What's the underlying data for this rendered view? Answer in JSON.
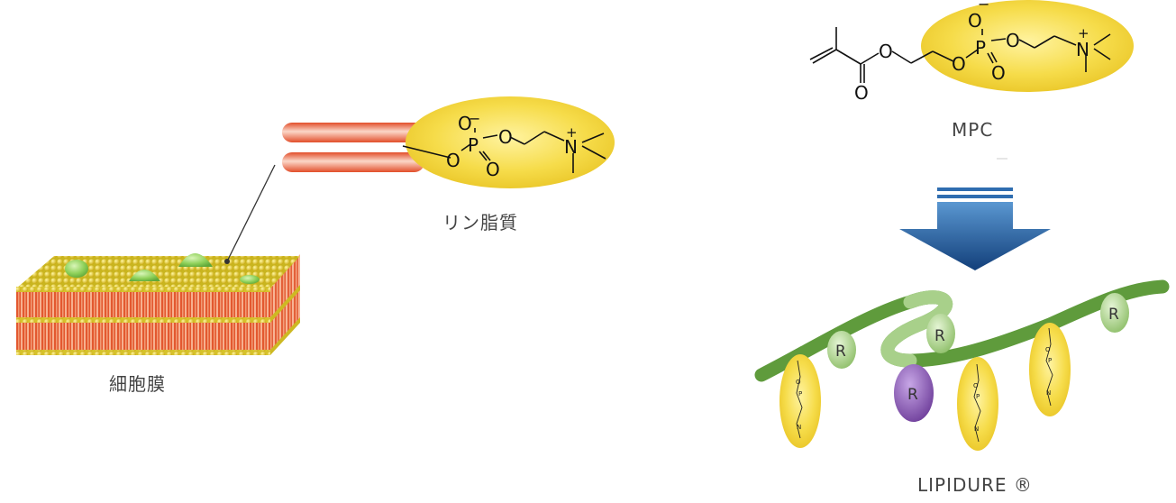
{
  "labels": {
    "membrane": "細胞膜",
    "phospholipid": "リン脂質",
    "mpc": "MPC",
    "lipidure": "LIPIDURE ®"
  },
  "atoms": {
    "oxygen": "O",
    "phosphorus": "P",
    "nitrogen": "N",
    "plus": "+",
    "minus": "−",
    "r_group": "R"
  },
  "colors": {
    "head_yellow": "#f2d033",
    "tail_orange": "#e8603c",
    "membrane_green": "#7ac943",
    "arrow_blue": "#1f64a8",
    "chain_green": "#5a9a3a",
    "r_purple": "#7b4ea3"
  },
  "icons": {
    "arrow": "down-arrow-icon"
  }
}
